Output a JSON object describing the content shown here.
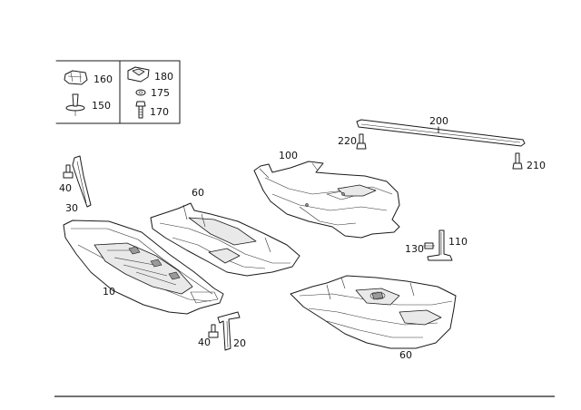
{
  "legend": {
    "items": [
      {
        "id": "160",
        "label": "160",
        "icon": "clip-nut-icon"
      },
      {
        "id": "150",
        "label": "150",
        "icon": "push-rivet-icon"
      },
      {
        "id": "180",
        "label": "180",
        "icon": "square-nut-icon"
      },
      {
        "id": "175",
        "label": "175",
        "icon": "washer-icon"
      },
      {
        "id": "170",
        "label": "170",
        "icon": "bolt-icon"
      }
    ]
  },
  "callouts": {
    "c10": "10",
    "c20": "20",
    "c30": "30",
    "c40a": "40",
    "c40b": "40",
    "c60a": "60",
    "c60b": "60",
    "c100": "100",
    "c110": "110",
    "c130": "130",
    "c200": "200",
    "c210": "210",
    "c220": "220"
  },
  "colors": {
    "line": "#1a1a1a",
    "background": "#ffffff",
    "shade": "#e9e9e9"
  }
}
